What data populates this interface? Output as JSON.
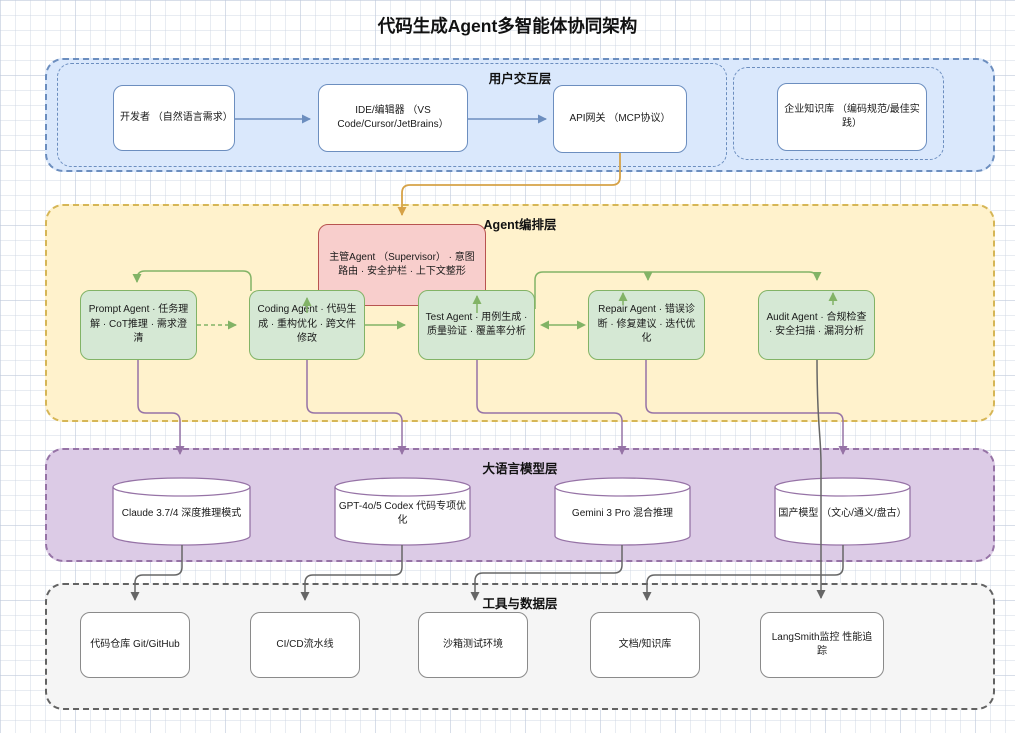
{
  "title": "代码生成Agent多智能体协同架构",
  "colors": {
    "blue_border": "#6c8ebf",
    "blue_fill": "#dae8fc",
    "yellow_border": "#d6b656",
    "yellow_fill": "#fff2cc",
    "green_border": "#82b366",
    "green_fill": "#d5e8d4",
    "red_border": "#b85450",
    "red_fill": "#f8cecc",
    "purple_border": "#9673a6",
    "purple_fill": "#dccbe6",
    "gray_border": "#636363",
    "gray_fill": "#f5f5f5",
    "orange_arrow": "#d6a247"
  },
  "layers": {
    "user": {
      "label": "用户交互层",
      "nodes": {
        "developer": {
          "label": "开发者 （自然语言需求）"
        },
        "ide": {
          "label": "IDE/编辑器 （VS Code/Cursor/JetBrains）"
        },
        "gateway": {
          "label": "API网关 （MCP协议）"
        },
        "kb": {
          "label": "企业知识库 （编码规范/最佳实践）"
        }
      }
    },
    "orchestration": {
      "label": "Agent编排层",
      "supervisor": {
        "label": "主管Agent （Supervisor） · 意图路由 · 安全护栏 · 上下文整形"
      },
      "agents": {
        "prompt": {
          "label": "Prompt Agent · 任务理解 · CoT推理 · 需求澄清"
        },
        "coding": {
          "label": "Coding Agent · 代码生成 · 重构优化 · 跨文件修改"
        },
        "test": {
          "label": "Test Agent · 用例生成 · 质量验证 · 覆盖率分析"
        },
        "repair": {
          "label": "Repair Agent · 错误诊断 · 修复建议 · 迭代优化"
        },
        "audit": {
          "label": "Audit Agent · 合规检查 · 安全扫描 · 漏洞分析"
        }
      }
    },
    "llm": {
      "label": "大语言模型层",
      "models": {
        "claude": {
          "label": "Claude 3.7/4 深度推理模式"
        },
        "gpt": {
          "label": "GPT-4o/5 Codex 代码专项优化"
        },
        "gemini": {
          "label": "Gemini 3 Pro 混合推理"
        },
        "domestic": {
          "label": "国产模型 （文心/通义/盘古）"
        }
      }
    },
    "tools": {
      "label": "工具与数据层",
      "items": {
        "repo": {
          "label": "代码仓库 Git/GitHub"
        },
        "cicd": {
          "label": "CI/CD流水线"
        },
        "sandbox": {
          "label": "沙箱测试环境"
        },
        "docs": {
          "label": "文档/知识库"
        },
        "langsmith": {
          "label": "LangSmith监控 性能追踪"
        }
      }
    }
  }
}
